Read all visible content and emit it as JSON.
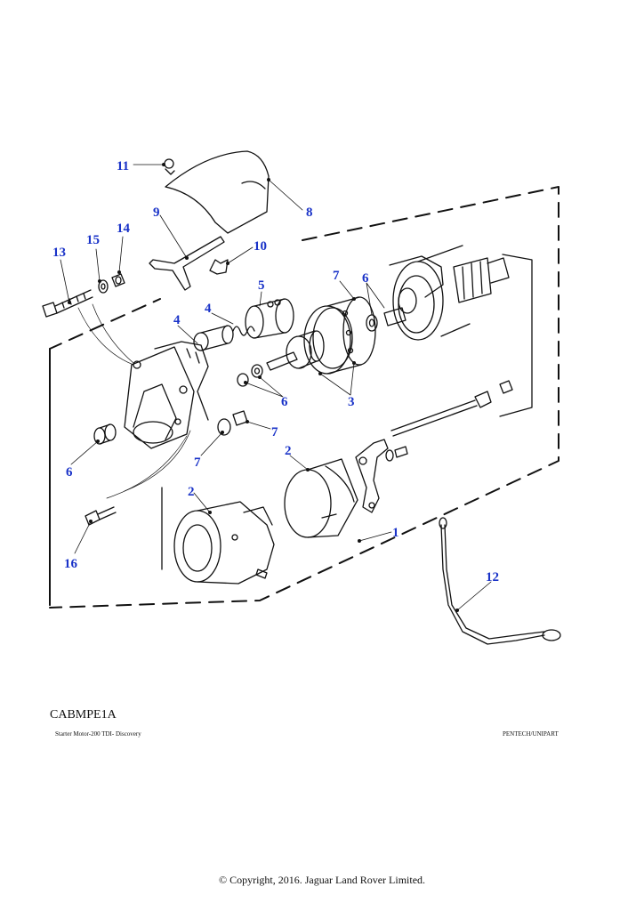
{
  "diagram": {
    "code": "CABMPE1A",
    "title": "Starter Motor-200 TDI- Discovery",
    "source": "PENTECH/UNIPART",
    "callouts": [
      "11",
      "8",
      "9",
      "10",
      "13",
      "15",
      "14",
      "5",
      "7",
      "6",
      "4",
      "4",
      "6",
      "3",
      "7",
      "7",
      "6",
      "2",
      "2",
      "1",
      "16",
      "12"
    ]
  },
  "copyright": "© Copyright, 2016. Jaguar Land Rover Limited."
}
